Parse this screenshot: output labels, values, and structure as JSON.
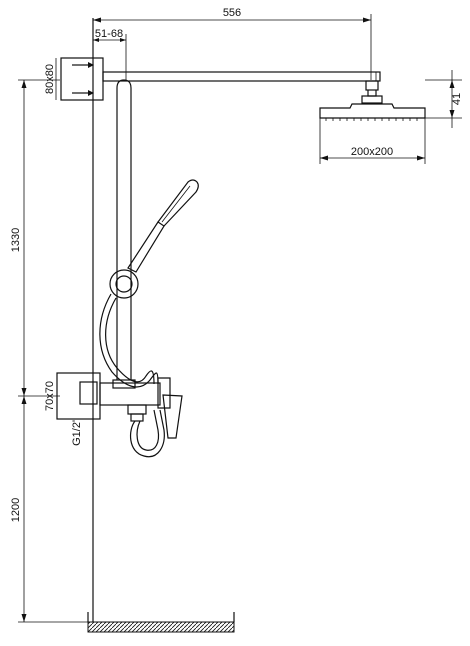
{
  "dimensions": {
    "arm_length": "556",
    "wall_offset": "51-68",
    "top_bracket": "80x80",
    "shower_head_thickness": "41",
    "shower_head_size": "200x200",
    "column_height": "1330",
    "mixer_bracket": "70x70",
    "inlet_thread": "G1/2\"",
    "mixer_height": "1200"
  },
  "colors": {
    "line": "#111111",
    "floor_hatch": "#111111",
    "background": "#ffffff"
  }
}
